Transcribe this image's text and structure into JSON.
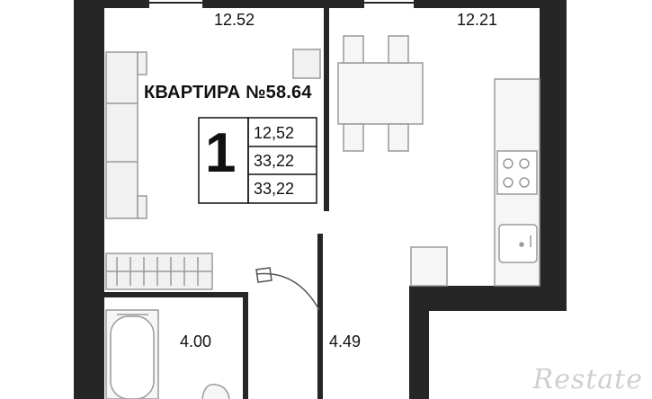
{
  "rooms": {
    "living_room": "12.52",
    "kitchen": "12.21",
    "bathroom": "4.00",
    "hallway": "4.49"
  },
  "apartment": {
    "title": "КВАРТИРА №58.64",
    "rooms_count": "1",
    "area_living": "12,52",
    "area_total": "33,22",
    "area_total_2": "33,22"
  },
  "watermark": "Restate",
  "colors": {
    "wall": "#262626",
    "furniture_fill": "#f1f1f1",
    "furniture_stroke": "#9a9a9a",
    "background": "#ffffff"
  }
}
